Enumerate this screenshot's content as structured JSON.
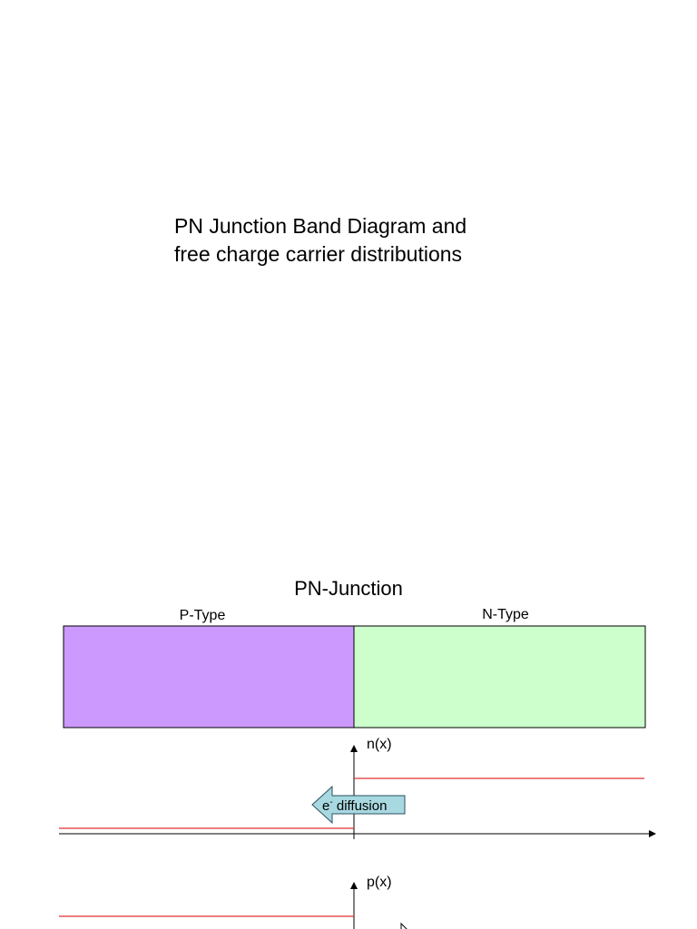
{
  "page": {
    "title_line1": "PN Junction Band Diagram and",
    "title_line2": "free charge carrier distributions"
  },
  "diagram": {
    "heading": "PN-Junction",
    "p_label": "P-Type",
    "n_label": "N-Type",
    "n_axis_label": "n(x)",
    "p_axis_label": "p(x)",
    "diffusion_label_base": "e",
    "diffusion_label_sup": "-",
    "diffusion_label_rest": " diffusion",
    "colors": {
      "p_region": "#cc99ff",
      "n_region": "#ccffcc",
      "carrier_line": "#e03030",
      "arrow_fill": "#a8d8e0"
    }
  }
}
